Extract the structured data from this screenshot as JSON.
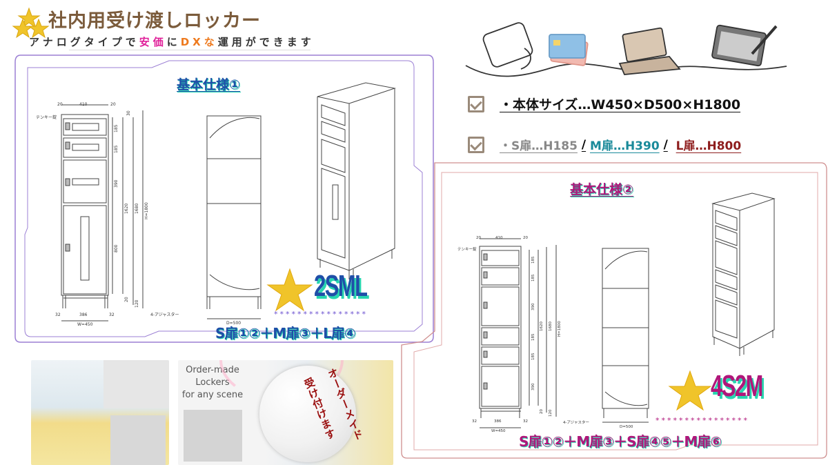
{
  "header": {
    "title": "社内用受け渡しロッカー",
    "subtitle_parts": [
      "アナログタイプで",
      "安価",
      "に",
      "DX",
      "な",
      "運用ができます"
    ]
  },
  "specs": {
    "body_size": "・本体サイズ…W450×D500×H1800",
    "door_s": "・S扉…H185",
    "sep": "/",
    "door_m": "M扉…H390",
    "door_l": "L扉…H800"
  },
  "spec1": {
    "heading": "基本仕様①",
    "model": "2SML",
    "stars": "****************",
    "combo": "S扉①②＋M扉③＋L扉④",
    "dims": {
      "top_l": "20",
      "top_w": "410",
      "top_r": "20",
      "top_gap": "30",
      "s1": "185",
      "s2": "185",
      "m": "390",
      "l": "800",
      "inner": "1620",
      "body": "1680",
      "total": "H=1800",
      "leg": "120",
      "bottom": "20",
      "foot_l": "32",
      "foot_w": "386",
      "foot_r": "32",
      "width": "W=450",
      "depth": "D=500",
      "lock": "テンキー錠",
      "adjuster": "4-アジャスター"
    }
  },
  "spec2": {
    "heading": "基本仕様②",
    "model": "4S2M",
    "stars": "****************",
    "combo": "S扉①②＋M扉③＋S扉④⑤＋M扉⑥",
    "dims": {
      "top_l": "20",
      "top_w": "410",
      "top_r": "20",
      "s1": "185",
      "s2": "185",
      "m1": "390",
      "s3": "185",
      "s4": "185",
      "m2": "390",
      "inner": "1620",
      "body": "1680",
      "total": "H=1800",
      "leg": "120",
      "bottom": "20",
      "foot_l": "32",
      "foot_w": "386",
      "foot_r": "32",
      "width": "W=450",
      "depth": "D=500",
      "lock": "テンキー錠",
      "adjuster": "4-アジャスター"
    }
  },
  "promo": {
    "line1": "Order-made",
    "line2": "Lockers",
    "line3": "for any scene",
    "bubble_a": "オーダーメイド",
    "bubble_b": "受け付けます"
  },
  "colors": {
    "brown": "#7b5b3b",
    "blue": "#1f4fa8",
    "teal": "#28d6b0",
    "magenta": "#b0167a",
    "purple": "#8a6cc8",
    "red": "#c98a8a"
  }
}
